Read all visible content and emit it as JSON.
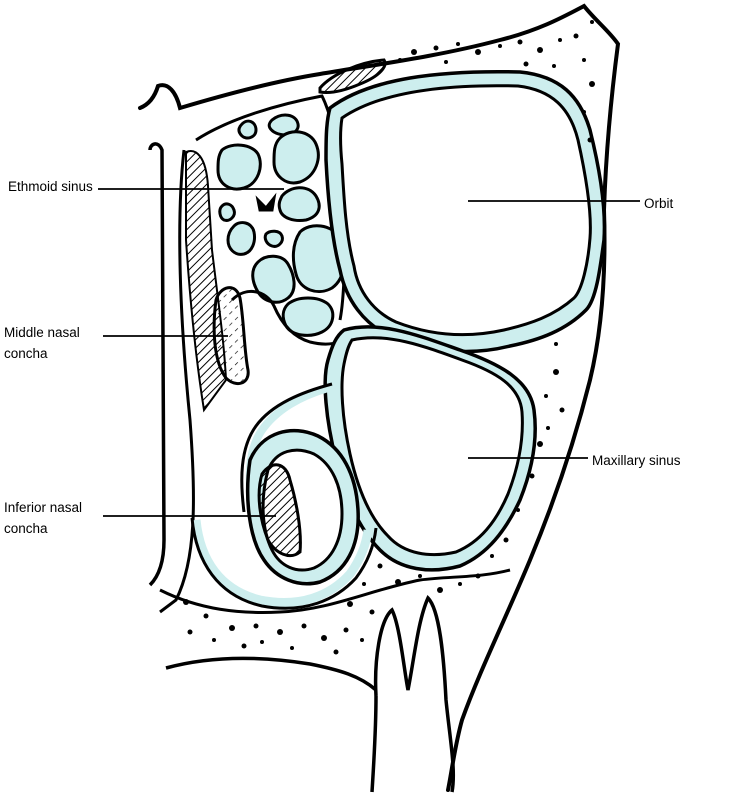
{
  "diagram": {
    "colors": {
      "outline": "#000000",
      "mucosa": "#cdeeee",
      "background": "#ffffff"
    },
    "labels": {
      "ethmoid_sinus": "Ethmoid sinus",
      "middle_nasal_concha": [
        "Middle nasal",
        "concha"
      ],
      "inferior_nasal_concha": [
        "Inferior nasal",
        "concha"
      ],
      "orbit": "Orbit",
      "maxillary_sinus": "Maxillary sinus"
    }
  }
}
